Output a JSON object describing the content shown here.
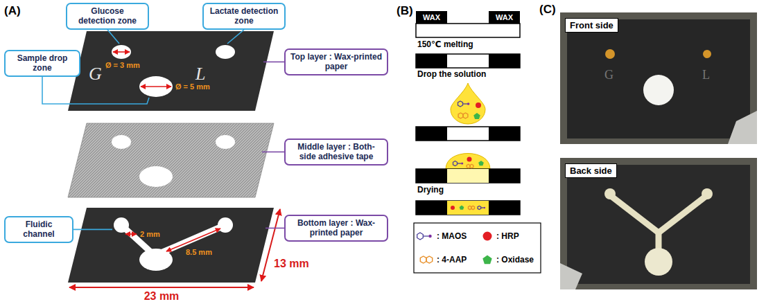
{
  "diagram": {
    "nodes": [
      {
        "text": [
          "Glucose detection zone"
        ]
      },
      {
        "text": [
          "Lactate detection zone"
        ]
      },
      {
        "text": [
          "Sample drop zone"
        ]
      },
      {
        "text": [
          "Top layer : Wax-printed paper"
        ]
      },
      {
        "text": [
          "Middle layer : Both-side adhesive tape"
        ]
      },
      {
        "text": [
          "Fluidic channel"
        ]
      },
      {
        "text": [
          "Bottom layer : Wax-printed paper"
        ]
      },
      {
        "text": [
          "WAX"
        ]
      },
      {
        "text": [
          "WAX"
        ]
      },
      {
        "text": [
          "Front side"
        ]
      },
      {
        "text": [
          "Back side"
        ]
      }
    ],
    "labels": [
      "(A)",
      "G",
      "L",
      "Ø = 3 mm",
      "Ø = 5 mm",
      "2 mm",
      "8.5 mm",
      "13 mm",
      "23 mm",
      "(B)",
      "150℃ melting",
      "Drop the solution",
      "Drying",
      "(C)",
      "G",
      "L"
    ],
    "legend": [
      {
        "text": ": MAOS"
      },
      {
        "text": ": HRP",
        "color": "#e31e24"
      },
      {
        "text": ": 4-AAP"
      },
      {
        "text": ": Oxidase",
        "color": "#3db54a"
      }
    ]
  }
}
